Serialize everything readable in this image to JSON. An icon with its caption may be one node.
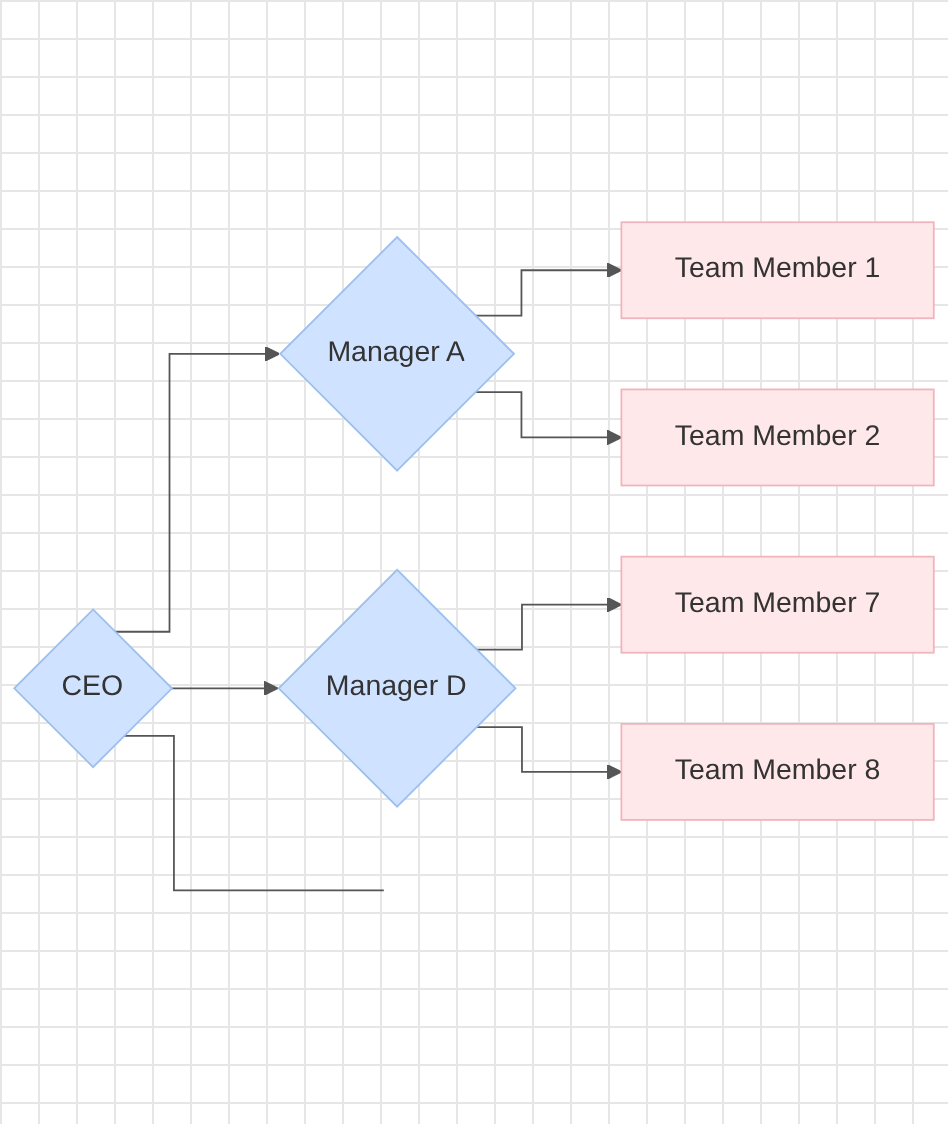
{
  "diagram": {
    "nodes": [
      {
        "text": [
          "CEO"
        ]
      },
      {
        "text": [
          "Manager A"
        ]
      },
      {
        "text": [
          "Manager D"
        ]
      },
      {
        "text": [
          "Team Member 1"
        ]
      },
      {
        "text": [
          "Team Member 2"
        ]
      },
      {
        "text": [
          "Team Member 7"
        ]
      },
      {
        "text": [
          "Team Member 8"
        ]
      }
    ],
    "edges": [
      {
        "from": 0,
        "to": 1,
        "arrow": "to"
      },
      {
        "from": 0,
        "to": 2,
        "arrow": "to"
      },
      {
        "from": 1,
        "to": 3,
        "arrow": "to"
      },
      {
        "from": 1,
        "to": 4,
        "arrow": "to"
      },
      {
        "from": 2,
        "to": 5,
        "arrow": "to"
      },
      {
        "from": 2,
        "to": 6,
        "arrow": "to"
      },
      {
        "from": 0,
        "to": null,
        "arrow": "none"
      }
    ]
  }
}
